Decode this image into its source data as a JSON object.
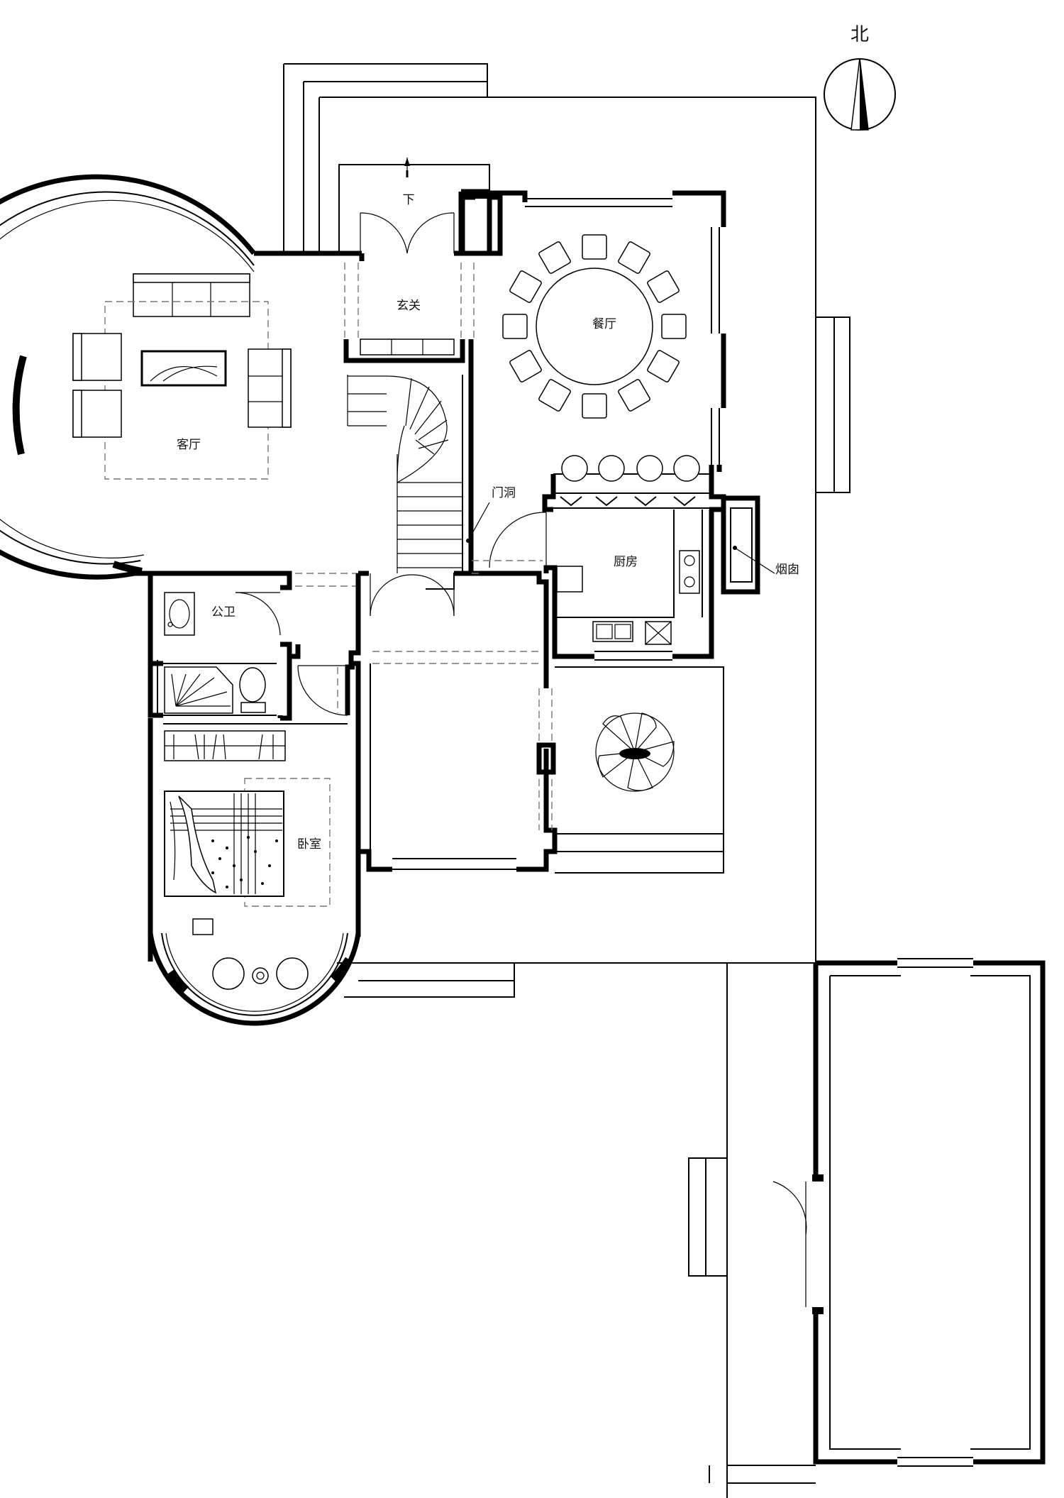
{
  "labels": {
    "north": "北",
    "down": "下",
    "foyer": "玄关",
    "dining": "餐厅",
    "living": "客厅",
    "doorway": "门洞",
    "kitchen": "厨房",
    "chimney": "烟囱",
    "bathroom": "公卫",
    "bedroom": "卧室"
  }
}
